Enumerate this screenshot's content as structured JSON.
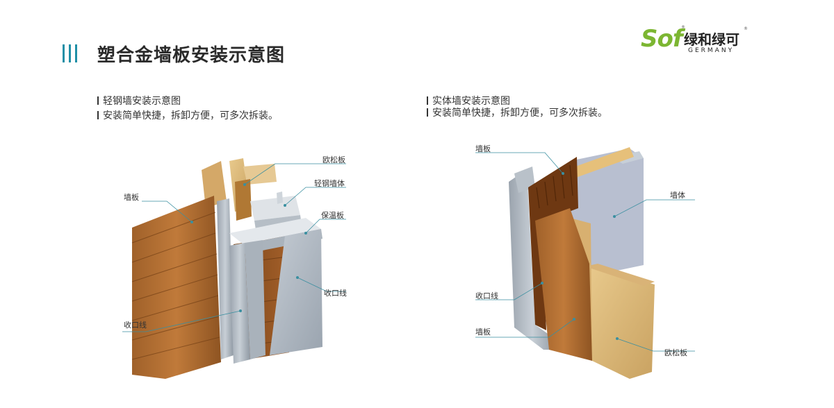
{
  "title": "塑合金墙板安装示意图",
  "logo": {
    "brand_latin": "Sof",
    "brand_cn": "绿和绿可",
    "tagline": "GERMANY",
    "registered_mark": "®"
  },
  "colors": {
    "accent": "#1f8fa6",
    "logo_green": "#7cb632",
    "leader_line": "#3a8fa0"
  },
  "left_section": {
    "heading": "轻钢墙安装示意图",
    "description": "安装简单快捷，拆卸方便，可多次拆装。",
    "labels": {
      "osb": "欧松板",
      "steel_wall": "轻钢墙体",
      "insulation": "保温板",
      "wall_panel": "墙板",
      "trim_right": "收口线",
      "trim_bottom": "收口线"
    }
  },
  "right_section": {
    "heading": "实体墙安装示意图",
    "description": "安装简单快捷，拆卸方便，可多次拆装。",
    "labels": {
      "wall_panel_top": "墙板",
      "wall_body": "墙体",
      "trim": "收口线",
      "wall_panel_bottom": "墙板",
      "osb": "欧松板"
    }
  }
}
